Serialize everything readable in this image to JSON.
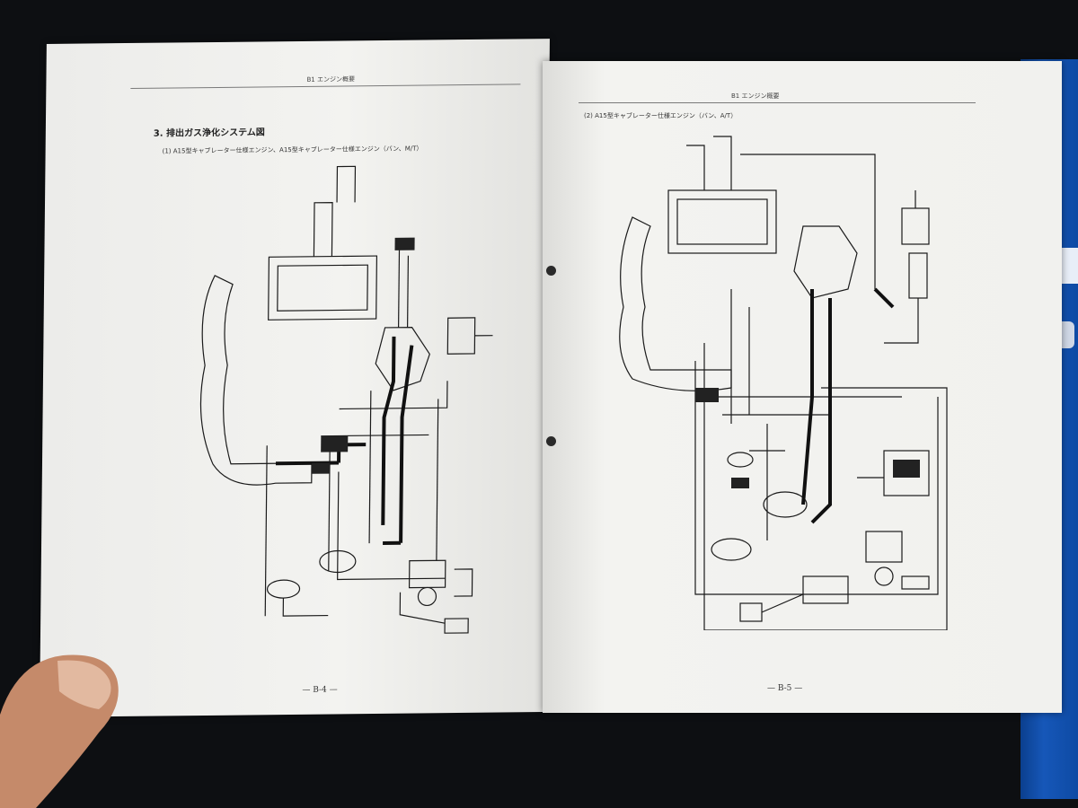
{
  "left_page": {
    "header": "B1 エンジン概要",
    "section_title": "3. 排出ガス浄化システム図",
    "subtitle": "(1) A15型キャブレーター仕様エンジン、A15型キャブレーター仕様エンジン（バン、M/T）",
    "page_number": "— B-4 —"
  },
  "right_page": {
    "header": "B1 エンジン概要",
    "subtitle": "(2) A15型キャブレーター仕様エンジン（バン、A/T）",
    "page_number": "— B-5 —"
  },
  "colors": {
    "paper": "#f2f2ef",
    "ink": "#1a1a1a",
    "binder_blue": "#1657b8",
    "background": "#0d0f12"
  }
}
